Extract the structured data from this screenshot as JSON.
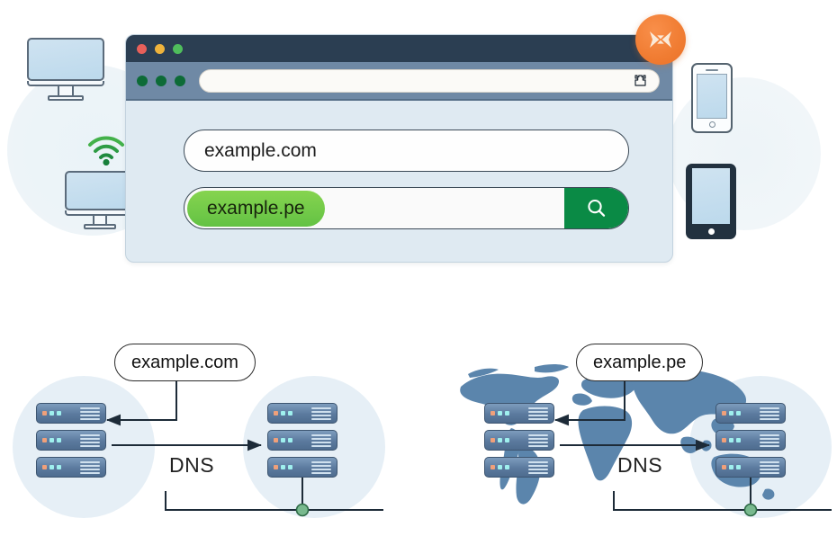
{
  "brand": {
    "badge_icon": "bowtie-logo-icon",
    "badge_color": "#ef7c2d"
  },
  "browser": {
    "traffic_lights": [
      {
        "name": "close",
        "color": "#e8605a"
      },
      {
        "name": "minimize",
        "color": "#eeb33c"
      },
      {
        "name": "maximize",
        "color": "#4fbd5c"
      }
    ],
    "nav_dots": [
      {
        "name": "back",
        "color": "#0d6b37"
      },
      {
        "name": "forward",
        "color": "#0d6b37"
      },
      {
        "name": "reload",
        "color": "#0d6b37"
      }
    ],
    "url_bar": {
      "value": "",
      "placeholder": "",
      "trailing_icon": "castle-icon"
    },
    "domain_field": {
      "value": "example.com",
      "placeholder": "example.com"
    },
    "search_field": {
      "chip_value": "example.pe",
      "placeholder": "",
      "submit_icon": "search-icon",
      "submit_color": "#0a8a45",
      "chip_color": "#6fc845"
    }
  },
  "devices": [
    {
      "name": "desktop-monitor",
      "label": "Desktop monitor"
    },
    {
      "name": "laptop-monitor",
      "label": "Laptop monitor"
    },
    {
      "name": "wifi",
      "label": "Wi-Fi signal"
    },
    {
      "name": "smartphone",
      "label": "Smartphone"
    },
    {
      "name": "tablet",
      "label": "Tablet"
    }
  ],
  "diagrams": [
    {
      "id": "dns-left",
      "domain_label": "example.com",
      "protocol_label": "DNS",
      "has_world_map": false,
      "left_rack_servers": 3,
      "right_rack_servers": 3,
      "arrows": [
        "response-to-left",
        "query-to-right",
        "resolver-link"
      ]
    },
    {
      "id": "dns-right",
      "domain_label": "example.pe",
      "protocol_label": "DNS",
      "has_world_map": true,
      "left_rack_servers": 3,
      "right_rack_servers": 3,
      "arrows": [
        "response-to-left",
        "query-to-right",
        "resolver-link"
      ]
    }
  ],
  "colors": {
    "titlebar": "#2b3e52",
    "toolbar": "#6f89a5",
    "body": "#dfeaf2",
    "map": "#5b85ac",
    "accent_green": "#0a8a45",
    "chip_green": "#6fc845",
    "blob": "#e6eff6"
  }
}
